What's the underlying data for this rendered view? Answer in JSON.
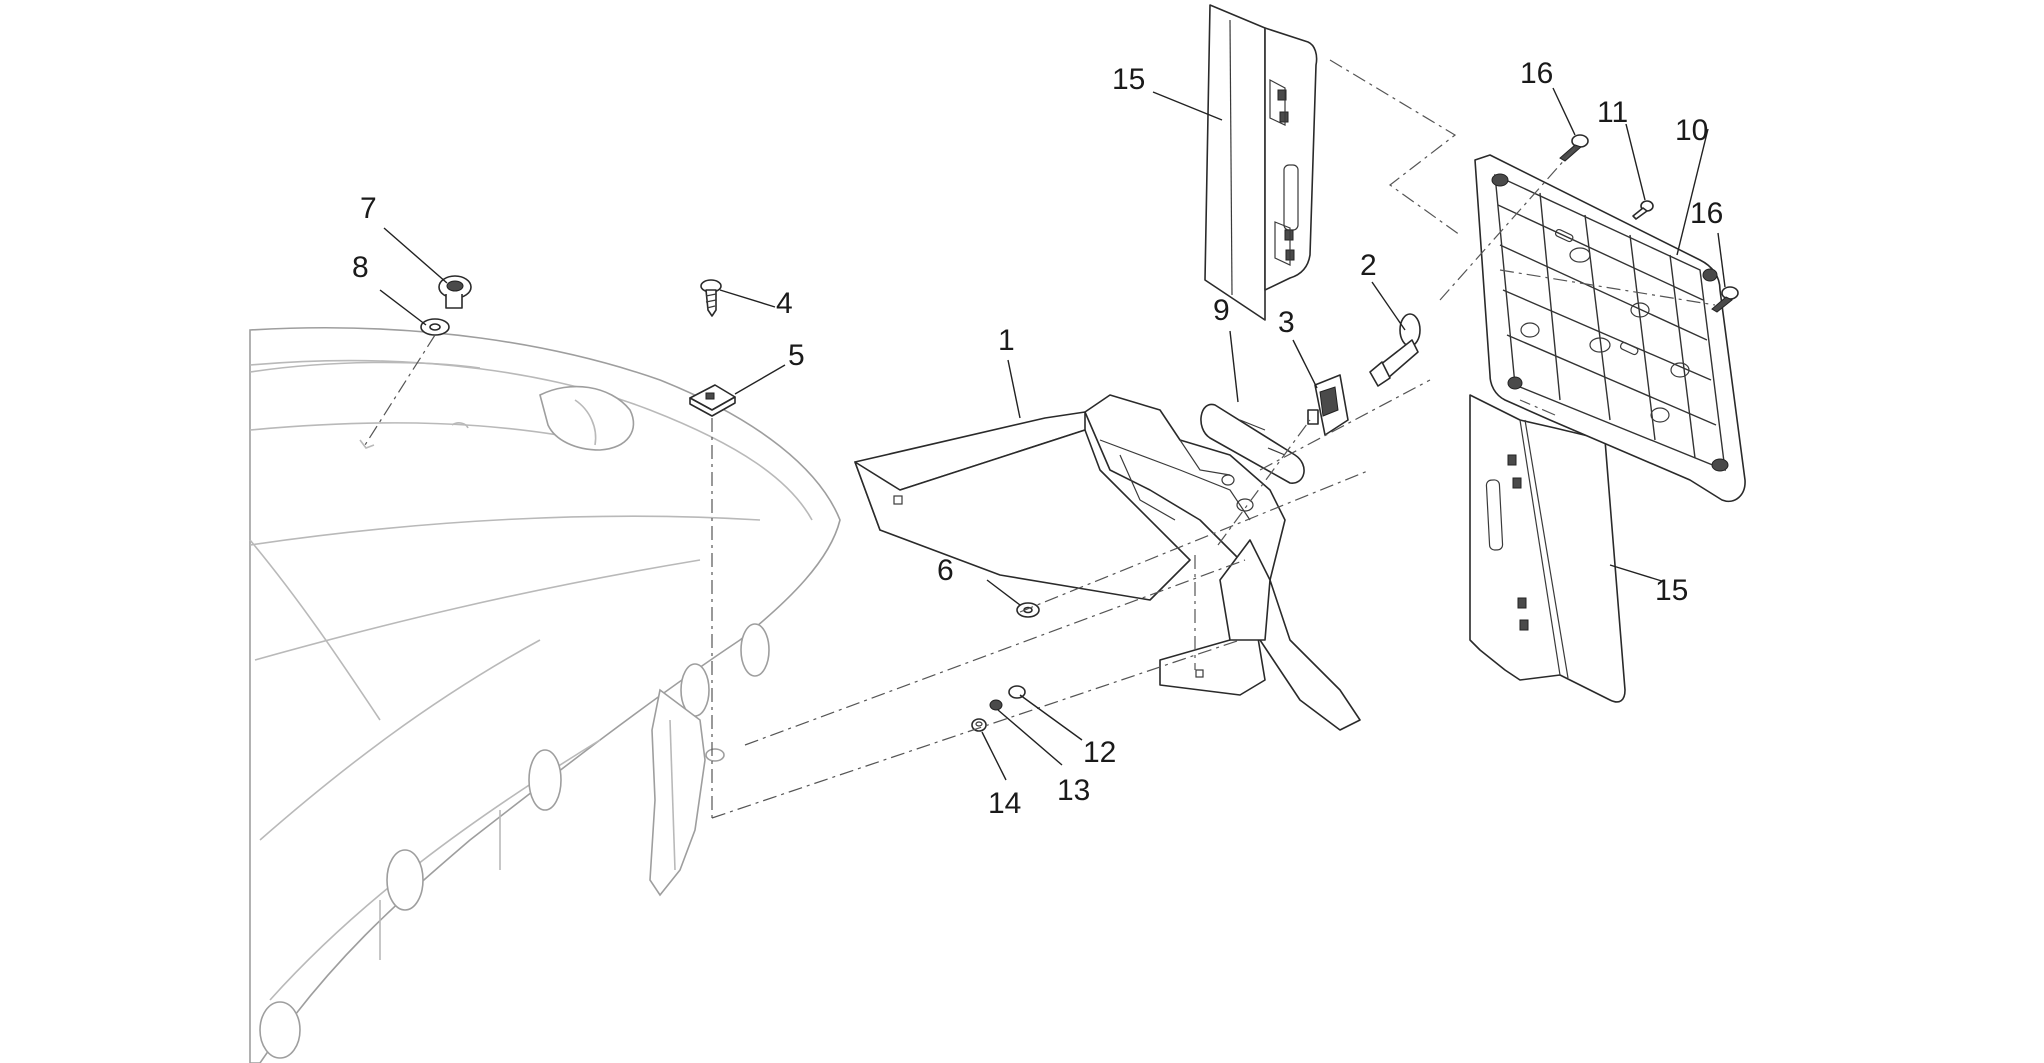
{
  "diagram": {
    "callouts": {
      "c1": "1",
      "c2": "2",
      "c3": "3",
      "c4": "4",
      "c5": "5",
      "c6": "6",
      "c7": "7",
      "c8": "8",
      "c9": "9",
      "c10": "10",
      "c11": "11",
      "c12": "12",
      "c13": "13",
      "c14": "14",
      "c15a": "15",
      "c15b": "15",
      "c16a": "16",
      "c16b": "16"
    }
  }
}
